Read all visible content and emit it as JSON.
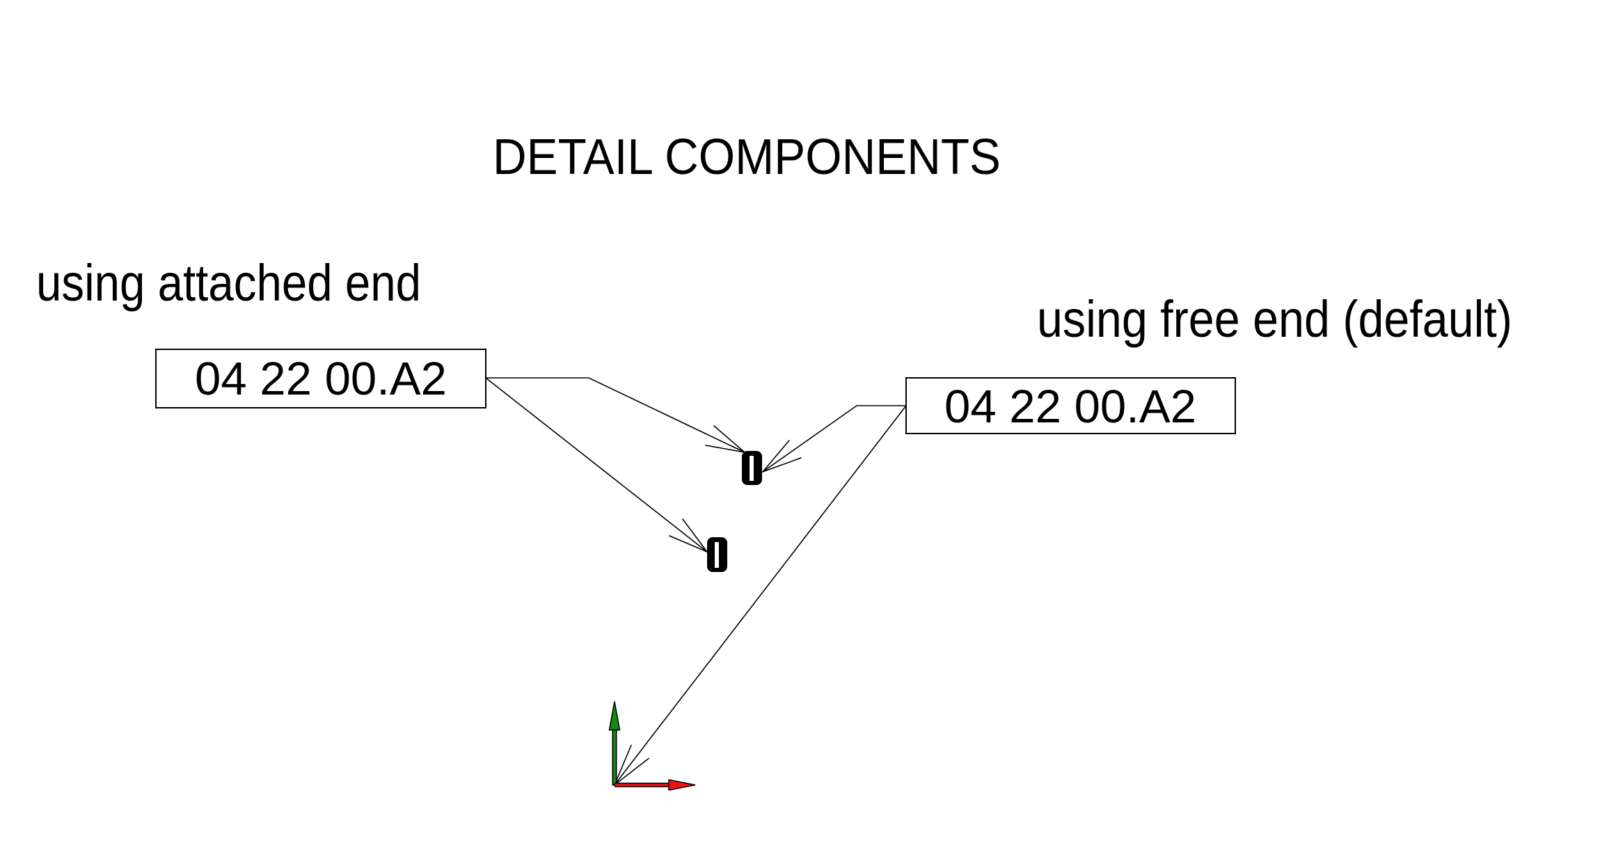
{
  "canvas": {
    "background": "#ffffff"
  },
  "title": "DETAIL COMPONENTS",
  "annotations": {
    "attached_label": "using attached end",
    "free_label": "using free end (default)"
  },
  "keynotes": {
    "left_tag": "04 22 00.A2",
    "right_tag": "04 22 00.A2"
  },
  "icons": {
    "detail_component": "masonry-brick-detail-component-icon",
    "axis_y": "y-axis-green-arrow-icon",
    "axis_x": "x-axis-red-arrow-icon"
  },
  "colors": {
    "line": "#000000",
    "text": "#000000",
    "component_fill": "#000000",
    "axis_y_green": "#128a12",
    "axis_x_red": "#ed1414"
  }
}
